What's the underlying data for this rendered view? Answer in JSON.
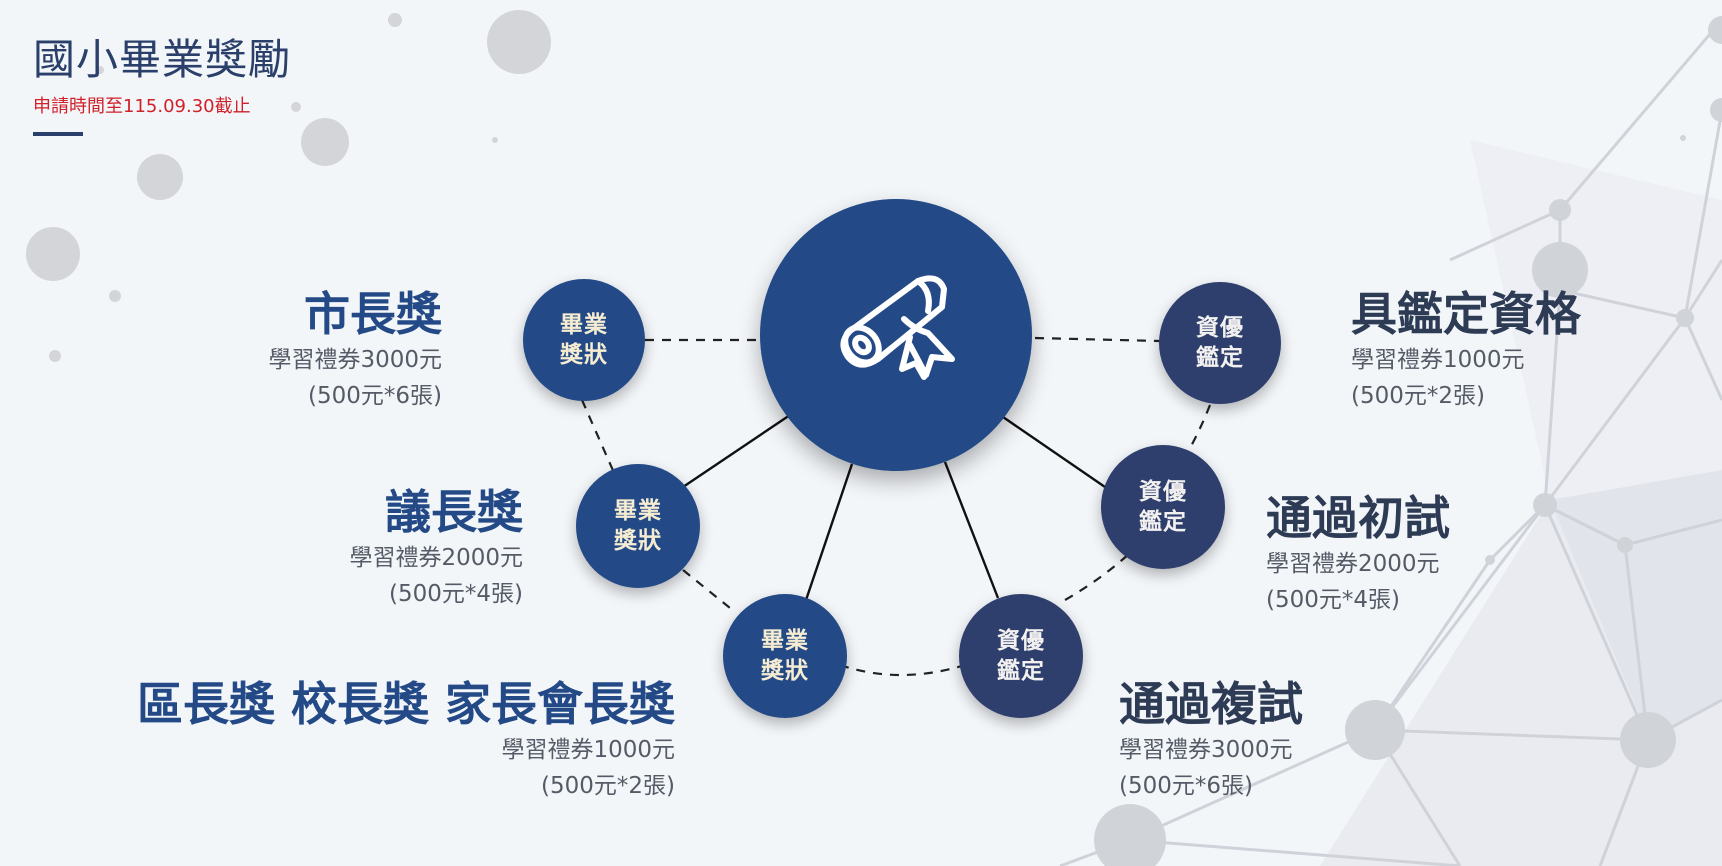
{
  "header": {
    "title": "國小畢業獎勵",
    "subtitle": "申請時間至115.09.30截止"
  },
  "graduation_awards": [
    {
      "name": "市長獎",
      "line1": "學習禮券3000元",
      "line2": "(500元*6張)",
      "node_label": "畢業獎狀"
    },
    {
      "name": "議長獎",
      "line1": "學習禮券2000元",
      "line2": "(500元*4張)",
      "node_label": "畢業獎狀"
    },
    {
      "name": "區長獎 校長獎 家長會長獎",
      "line1": "學習禮券1000元",
      "line2": "(500元*2張)",
      "node_label": "畢業獎狀"
    }
  ],
  "gifted_awards": [
    {
      "name": "具鑑定資格",
      "line1": "學習禮券1000元",
      "line2": "(500元*2張)",
      "node_label": "資優鑑定"
    },
    {
      "name": "通過初試",
      "line1": "學習禮券2000元",
      "line2": "(500元*4張)",
      "node_label": "資優鑑定"
    },
    {
      "name": "通過複試",
      "line1": "學習禮券3000元",
      "line2": "(500元*6張)",
      "node_label": "資優鑑定"
    }
  ],
  "hub": {
    "icon": "diploma-scroll-icon"
  },
  "colors": {
    "graduation": "#234a87",
    "gifted": "#2e3f6e",
    "node_text": "#f5ecd2",
    "deadline": "#d0212a",
    "title": "#2a3f6a",
    "background": "#f3f6f9"
  }
}
